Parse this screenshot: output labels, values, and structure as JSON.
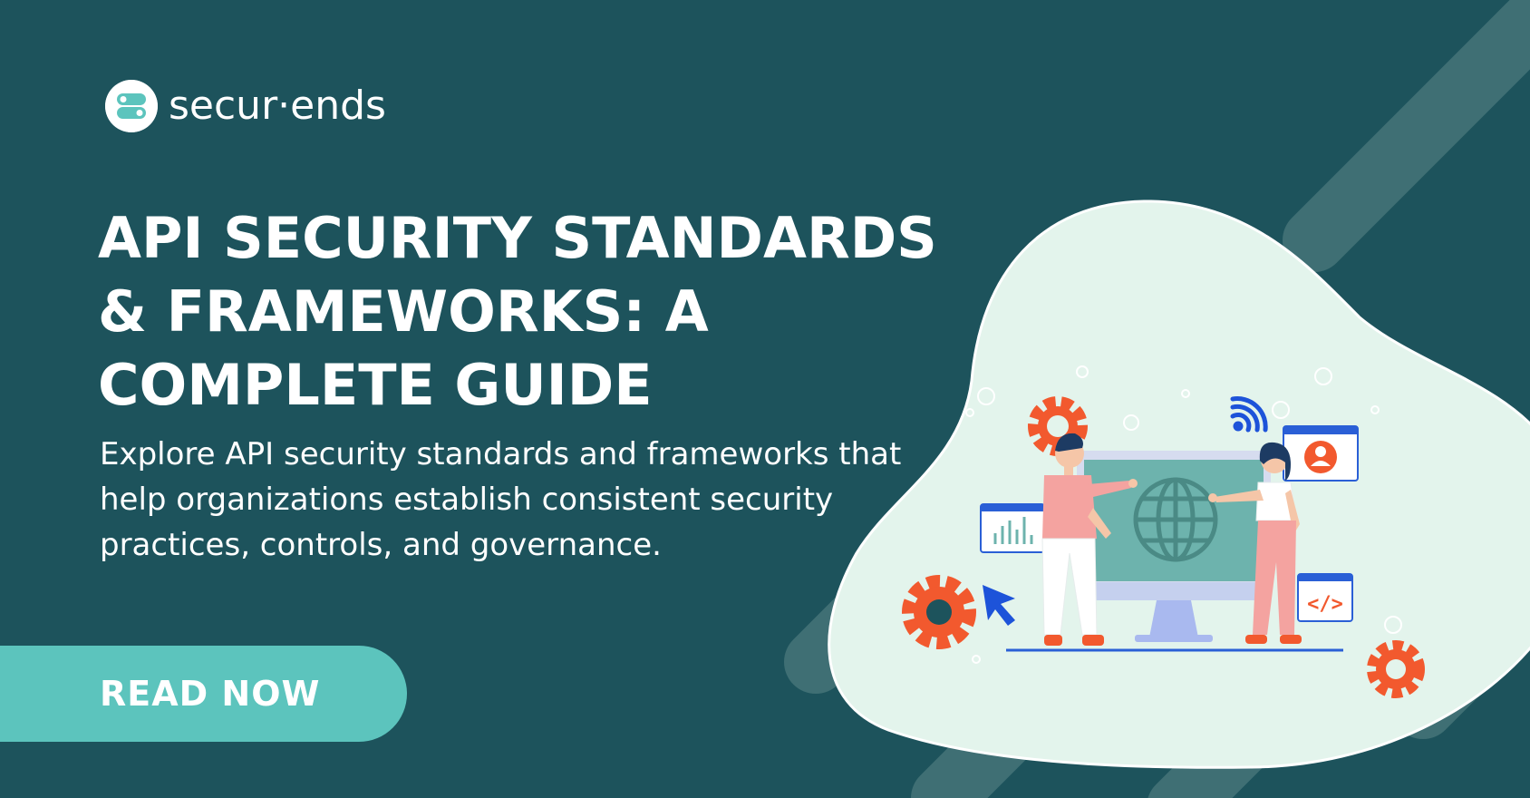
{
  "brand": {
    "name": "secur·ends",
    "logo_icon": "secur-ends-logo-icon"
  },
  "headline": {
    "lines": [
      "API SECURITY STANDARDS",
      "& FRAMEWORKS: A",
      "COMPLETE GUIDE"
    ]
  },
  "subtitle": {
    "lines": [
      "Explore API security standards and frameworks that",
      "help organizations establish consistent security",
      "practices, controls, and governance."
    ]
  },
  "cta": {
    "label": "READ NOW"
  },
  "colors": {
    "background": "#1d535c",
    "stripe": "#3f6f74",
    "blob": "#e3f4ec",
    "accent_teal": "#5cc4bd",
    "monitor_screen": "#6db3ad",
    "gear_orange": "#f2592e",
    "cursor_blue": "#1d53d9",
    "text": "#ffffff"
  },
  "illustration": {
    "icons": [
      "globe-icon",
      "gear-icon",
      "cursor-icon",
      "wifi-icon",
      "user-profile-icon",
      "code-tag-icon",
      "bar-chart-icon"
    ],
    "code_tag": "</>"
  }
}
